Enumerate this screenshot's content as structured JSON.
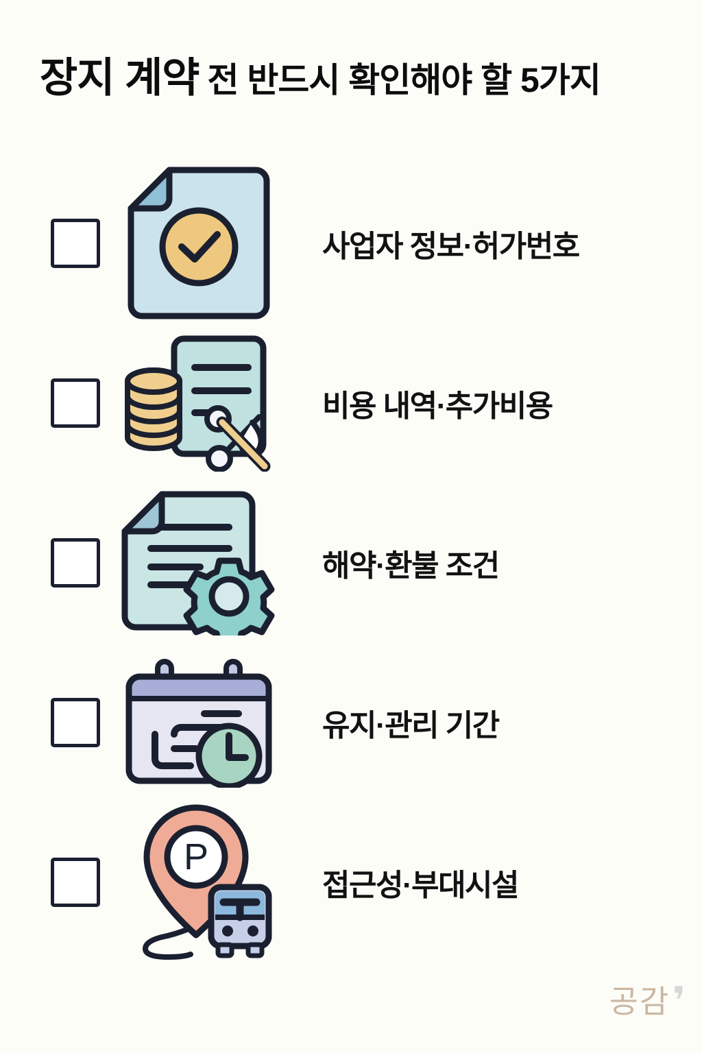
{
  "background_color": "#fdfdf8",
  "header": {
    "title_strong": "장지 계약",
    "title_rest": "전 반드시 확인해야 할 5가지",
    "title_full": "장지 계약 전 반드시 확인해야 할 5가지"
  },
  "palette": {
    "outline": "#1b2030",
    "doc_blue": "#cbe3ec",
    "doc_blue_fold": "#8fc0d6",
    "doc_teal": "#bfe1e0",
    "doc_teal_fold": "#9ec5d6",
    "coin_tan": "#f0cf8e",
    "circle_tan": "#eec87f",
    "gear_teal": "#8ed0cb",
    "gear_center": "#d5eaea",
    "calendar_band": "#a9aed8",
    "calendar_body": "#e6e5f2",
    "clock_mint": "#a8d5c2",
    "pin_salmon": "#f0ab96",
    "bus_blue": "#8db8dd",
    "bus_body": "#c6cee8",
    "white": "#ffffff",
    "text": "#121212",
    "logo_tan": "#b99d82",
    "logo_mark_gray": "#c9c9c9"
  },
  "checklist": {
    "checkbox_state": "unchecked",
    "items": [
      {
        "index": 1,
        "label": "사업자 정보·허가번호",
        "icon": "document-check-icon"
      },
      {
        "index": 2,
        "label": "비용 내역·추가비용",
        "icon": "coins-document-scissors-icon"
      },
      {
        "index": 3,
        "label": "해약·환불 조건",
        "icon": "document-gear-icon"
      },
      {
        "index": 4,
        "label": "유지·관리 기간",
        "icon": "calendar-clock-icon"
      },
      {
        "index": 5,
        "label": "접근성·부대시설",
        "icon": "map-pin-bus-icon"
      }
    ]
  },
  "logo": {
    "text": "공감",
    "mark": "❜"
  }
}
